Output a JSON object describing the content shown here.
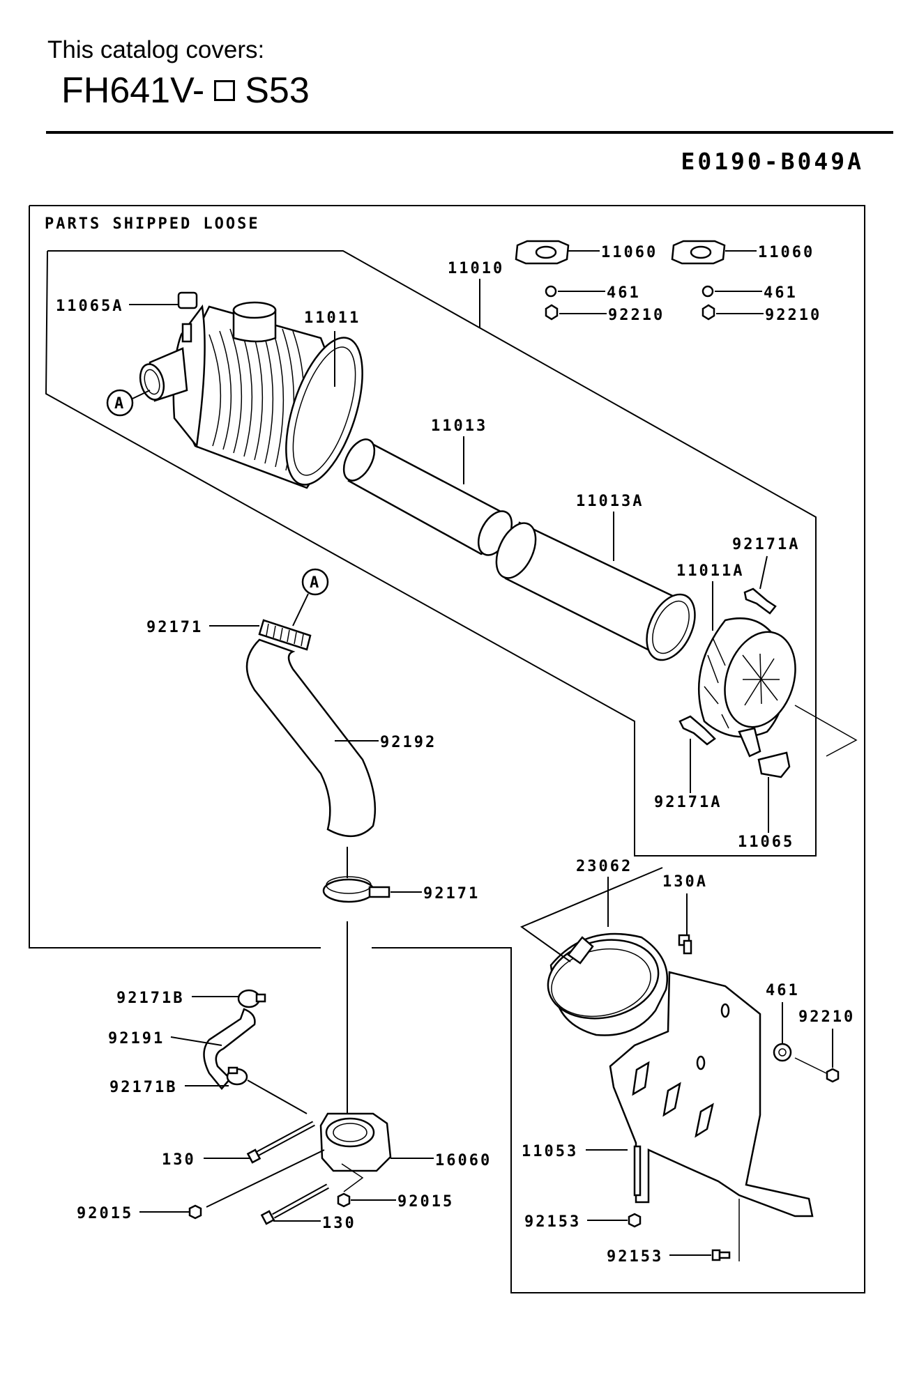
{
  "header": {
    "catalog_covers": "This catalog covers:",
    "model_prefix": "FH641V-",
    "model_suffix": "S53",
    "drawing_number": "E0190-B049A"
  },
  "diagram": {
    "section_title": "PARTS SHIPPED LOOSE",
    "callout_letter": "A",
    "labels": {
      "p11060_left": "11060",
      "p11060_right": "11060",
      "p461_left": "461",
      "p461_right": "461",
      "p92210_left": "92210",
      "p92210_right": "92210",
      "p11010": "11010",
      "p11065A": "11065A",
      "p11011": "11011",
      "p11013": "11013",
      "p11013A": "11013A",
      "p92171A_top": "92171A",
      "p11011A": "11011A",
      "p92171_upper": "92171",
      "p92192": "92192",
      "p92171A_bottom": "92171A",
      "p11065": "11065",
      "p92171_lower": "92171",
      "p23062": "23062",
      "p130A": "130A",
      "p461_bracket": "461",
      "p92210_bracket": "92210",
      "p92171B_top": "92171B",
      "p92191": "92191",
      "p92171B_bottom": "92171B",
      "p130_upper": "130",
      "p16060": "16060",
      "p11053": "11053",
      "p92015_left": "92015",
      "p92015_right": "92015",
      "p130_lower": "130",
      "p92153_upper": "92153",
      "p92153_lower": "92153"
    }
  }
}
